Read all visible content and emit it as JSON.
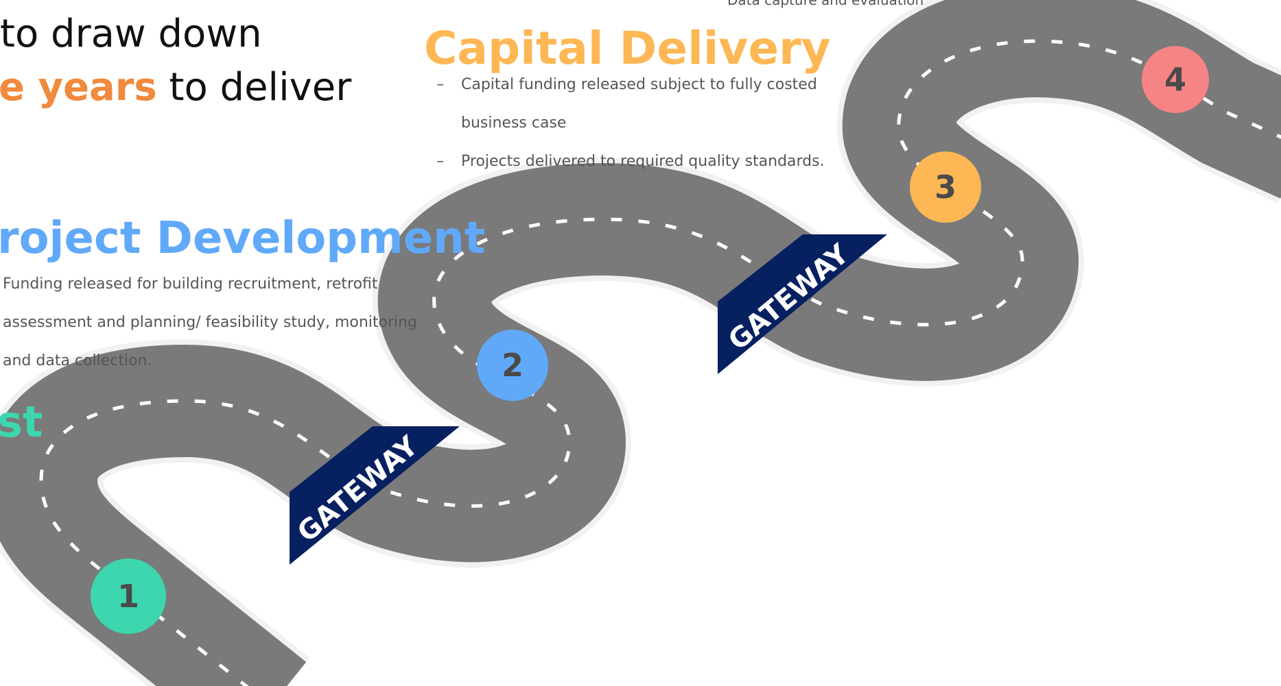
{
  "headline": {
    "line1": "to draw down",
    "line2_accent": "e years",
    "line2_rest": " to deliver"
  },
  "top_cut_text": "Data capture and evaluation",
  "stages": {
    "capital_delivery": {
      "title": "Capital Delivery",
      "color": "#fdb754",
      "bullets": [
        "Capital funding released subject to fully costed",
        "business case",
        "Projects delivered to required quality standards."
      ],
      "bullet_marker": "–"
    },
    "project_development": {
      "title": "roject Development",
      "color": "#60a9f9",
      "bullets": [
        "Funding released for building recruitment, retrofit",
        "assessment and planning/ feasibility study, monitoring",
        "and data collection."
      ]
    },
    "first": {
      "title": "st",
      "color": "#3dd6ae"
    }
  },
  "gateways": [
    {
      "label": "GATEWAY",
      "color": "#062060"
    },
    {
      "label": "GATEWAY",
      "color": "#062060"
    }
  ],
  "milestones": [
    {
      "label": "1",
      "color": "#3dd6ae"
    },
    {
      "label": "2",
      "color": "#60a9f9"
    },
    {
      "label": "3",
      "color": "#fdb754"
    },
    {
      "label": "4",
      "color": "#f78484"
    }
  ],
  "road": {
    "surface_color": "#7a7a7a",
    "edge_color": "#f1f1f1",
    "lane_marking_color": "#ffffff"
  }
}
